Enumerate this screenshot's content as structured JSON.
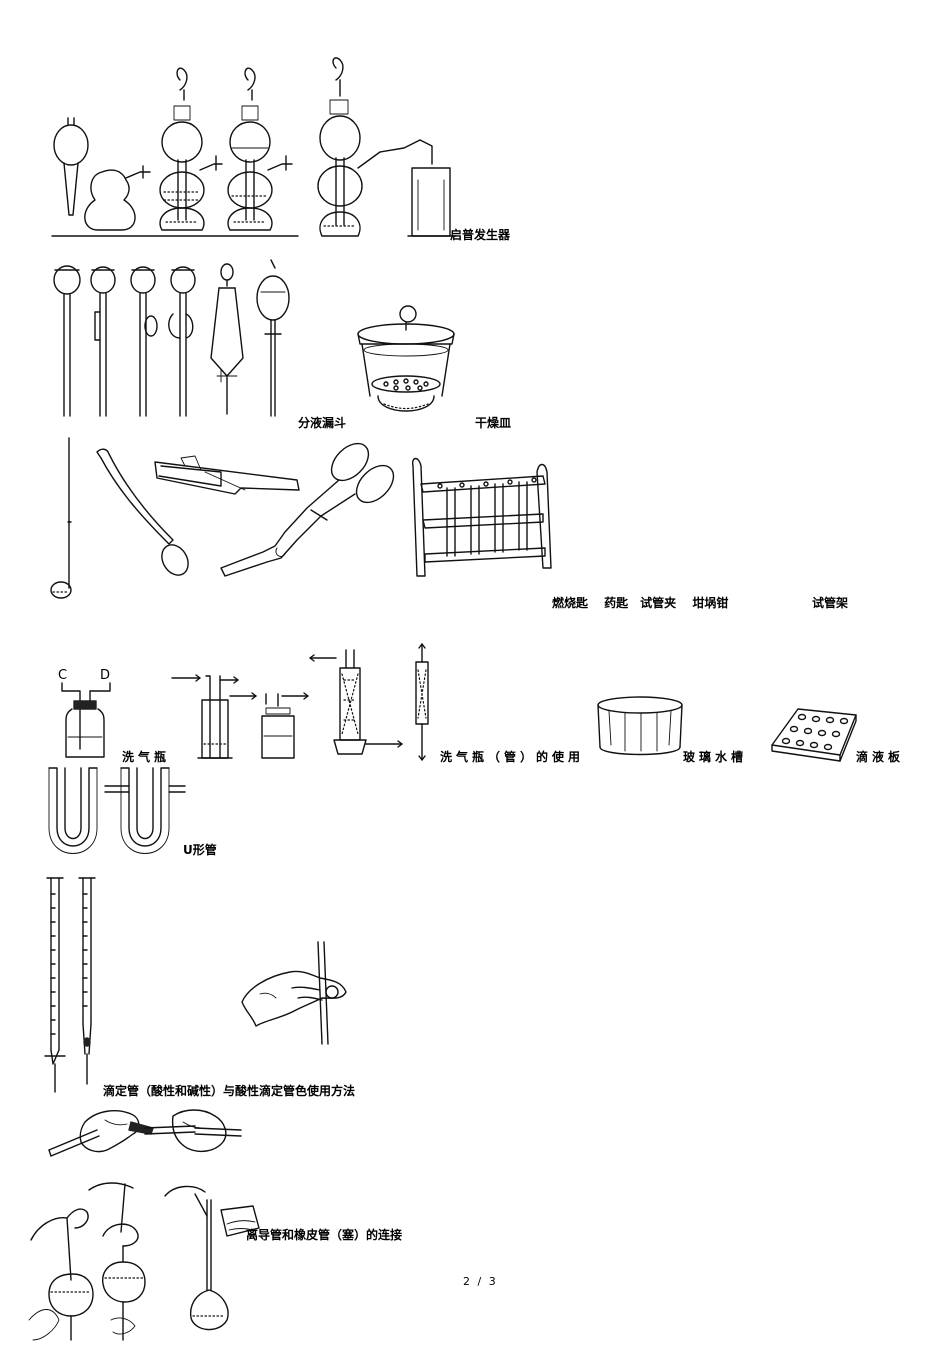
{
  "labels": {
    "kipp": "启普发生器",
    "sep_funnel": "分液漏斗",
    "desiccator": "干燥皿",
    "tools_row": "燃烧匙　 药匙　试管夹　 坩埚钳",
    "tube_rack": "试管架",
    "wash_bottle": "洗气瓶",
    "wash_usage": "洗气瓶（管）的使用",
    "water_trough": "玻璃水槽",
    "spot_plate": "滴液板",
    "u_tube": "U形管",
    "burette": "滴定管（酸性和碱性）与酸性滴定管色使用方法",
    "tube_connect": "离导管和橡皮管（塞）的连接"
  },
  "figure_text": {
    "port_c": "C",
    "port_d": "D"
  },
  "page_number": "2 / 3"
}
